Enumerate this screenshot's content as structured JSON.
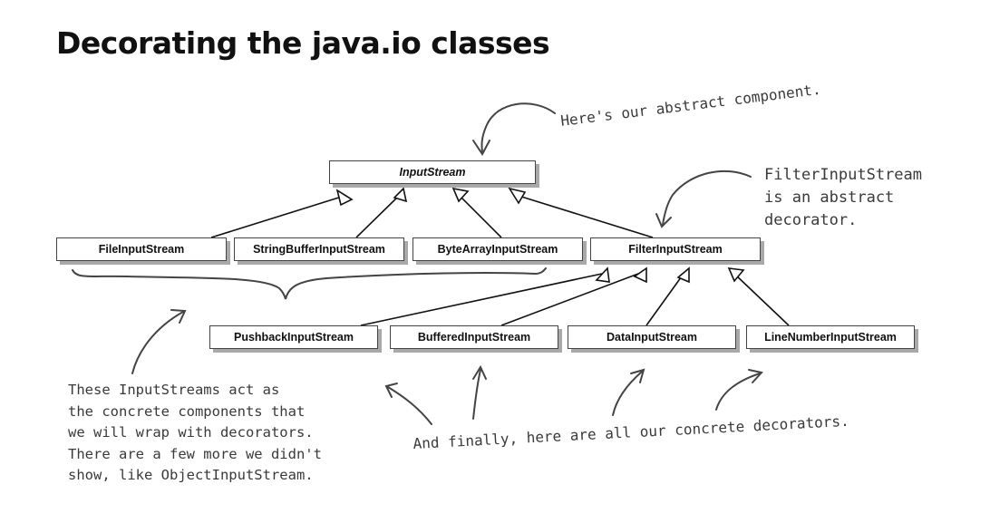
{
  "title": "Decorating the java.io classes",
  "classes": {
    "input_stream": "InputStream",
    "file_input_stream": "FileInputStream",
    "string_buffer_input_stream": "StringBufferInputStream",
    "byte_array_input_stream": "ByteArrayInputStream",
    "filter_input_stream": "FilterInputStream",
    "pushback_input_stream": "PushbackInputStream",
    "buffered_input_stream": "BufferedInputStream",
    "data_input_stream": "DataInputStream",
    "line_number_input_stream": "LineNumberInputStream"
  },
  "annotations": {
    "abstract_component": "Here's our abstract component.",
    "abstract_decorator": [
      "FilterInputStream",
      "is an abstract",
      "decorator."
    ],
    "concrete_components": [
      "These InputStreams act as",
      "the concrete components that",
      "we will wrap with decorators.",
      "There are a few more we didn't",
      "show, like ObjectInputStream."
    ],
    "concrete_decorators": "And finally, here are all our concrete decorators."
  }
}
